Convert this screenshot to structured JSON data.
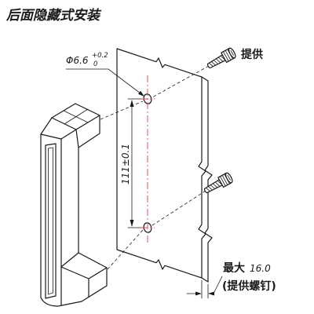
{
  "title": "后面隐藏式安装",
  "hole_diameter": {
    "nominal": "Φ6.6",
    "upper_tolerance": "+0.2",
    "lower_tolerance": "0"
  },
  "hole_spacing": "111±0.1",
  "screw_label": "提供",
  "panel_thickness": {
    "prefix": "最大",
    "value": "16.0",
    "note": "(提供螺钉)"
  },
  "colors": {
    "line": "#1a1a1a",
    "centerline": "#e8404a",
    "background": "#ffffff"
  }
}
